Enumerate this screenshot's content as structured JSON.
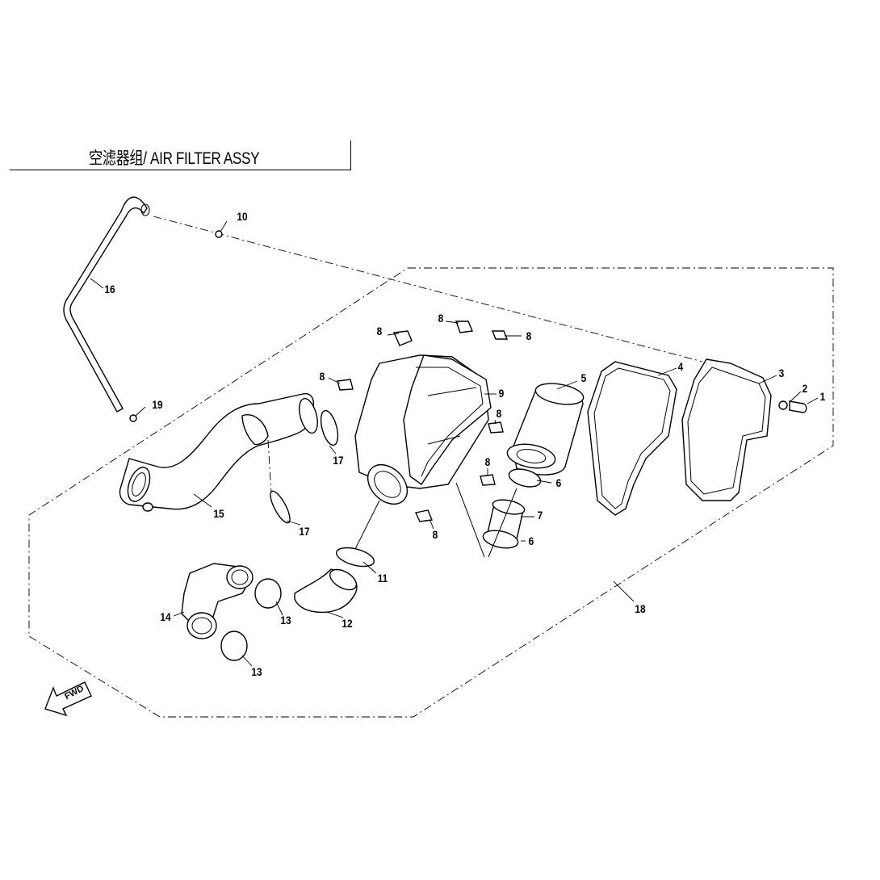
{
  "title": "空滤器组/ AIR FILTER ASSY",
  "fwd_label": "FWD",
  "callouts": [
    {
      "id": "c1",
      "label": "1"
    },
    {
      "id": "c2",
      "label": "2"
    },
    {
      "id": "c3",
      "label": "3"
    },
    {
      "id": "c4",
      "label": "4"
    },
    {
      "id": "c5",
      "label": "5"
    },
    {
      "id": "c6a",
      "label": "6"
    },
    {
      "id": "c6b",
      "label": "6"
    },
    {
      "id": "c7",
      "label": "7"
    },
    {
      "id": "c8a",
      "label": "8"
    },
    {
      "id": "c8b",
      "label": "8"
    },
    {
      "id": "c8c",
      "label": "8"
    },
    {
      "id": "c8d",
      "label": "8"
    },
    {
      "id": "c8e",
      "label": "8"
    },
    {
      "id": "c8f",
      "label": "8"
    },
    {
      "id": "c8g",
      "label": "8"
    },
    {
      "id": "c9",
      "label": "9"
    },
    {
      "id": "c10",
      "label": "10"
    },
    {
      "id": "c11",
      "label": "11"
    },
    {
      "id": "c12",
      "label": "12"
    },
    {
      "id": "c13a",
      "label": "13"
    },
    {
      "id": "c13b",
      "label": "13"
    },
    {
      "id": "c14",
      "label": "14"
    },
    {
      "id": "c15",
      "label": "15"
    },
    {
      "id": "c16",
      "label": "16"
    },
    {
      "id": "c17a",
      "label": "17"
    },
    {
      "id": "c17b",
      "label": "17"
    },
    {
      "id": "c18",
      "label": "18"
    },
    {
      "id": "c19",
      "label": "19"
    }
  ]
}
